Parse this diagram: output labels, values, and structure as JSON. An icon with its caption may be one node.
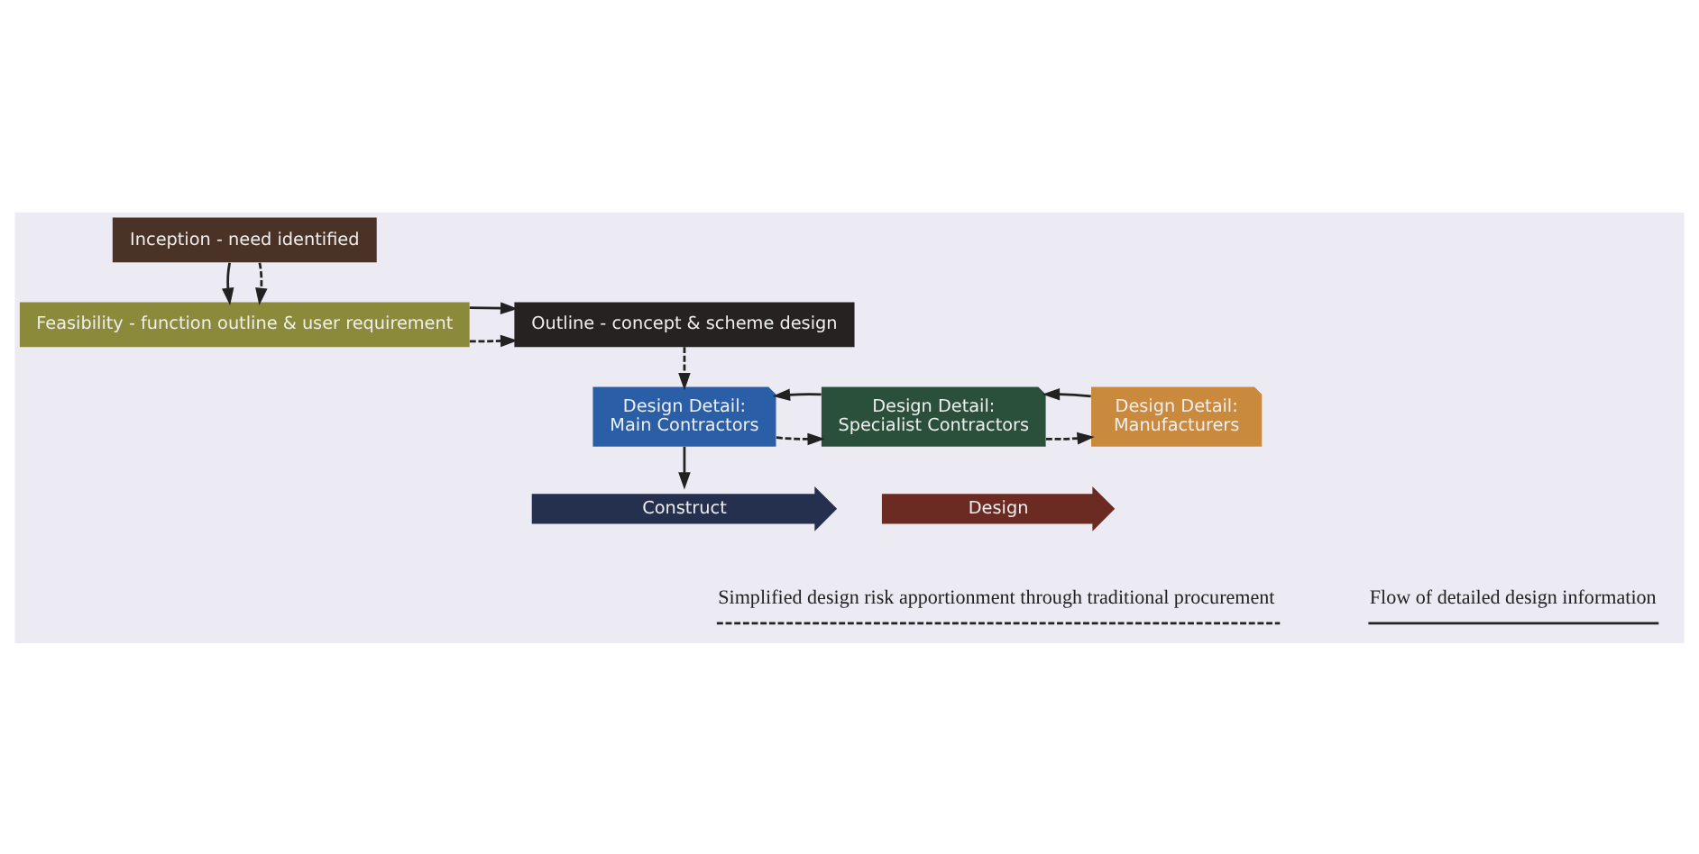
{
  "diagram": {
    "nodes": [
      {
        "text": [
          "Inception - need identified"
        ]
      },
      {
        "text": [
          "Feasibility - function outline & user requirement"
        ]
      },
      {
        "text": [
          "Outline - concept & scheme design"
        ]
      },
      {
        "text": [
          "Design Detail:",
          "Main Contractors"
        ]
      },
      {
        "text": [
          "Design Detail:",
          "Specialist Contractors"
        ]
      },
      {
        "text": [
          "Design Detail:",
          "Manufacturers"
        ]
      },
      {
        "text": [
          "Design"
        ]
      },
      {
        "text": [
          "Construct"
        ]
      }
    ],
    "edges": [
      {
        "from": 0,
        "to": 1,
        "arrow": "to"
      },
      {
        "from": 0,
        "to": 1,
        "arrow": "to",
        "style": "dashed"
      },
      {
        "from": 1,
        "to": 2,
        "arrow": "to",
        "style": "dashed"
      },
      {
        "from": 1,
        "to": 2,
        "arrow": "to"
      },
      {
        "from": 2,
        "to": 3,
        "arrow": "to",
        "style": "dashed"
      },
      {
        "from": 3,
        "to": 4,
        "arrow": "to",
        "style": "dashed"
      },
      {
        "from": 4,
        "to": 5,
        "arrow": "to",
        "style": "dashed"
      },
      {
        "from": 4,
        "to": 3,
        "arrow": "to"
      },
      {
        "from": 5,
        "to": 4,
        "arrow": "to"
      },
      {
        "from": 3,
        "to": 7,
        "arrow": "to"
      }
    ],
    "legend": [
      {
        "text": "Simplified design risk apportionment through traditional procurement"
      },
      {
        "text": "Flow of detailed design information"
      }
    ]
  }
}
